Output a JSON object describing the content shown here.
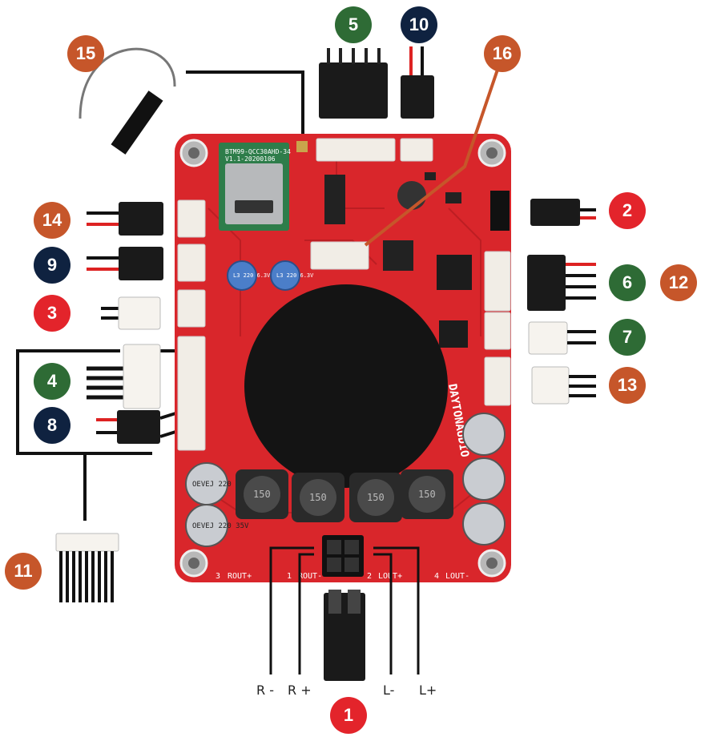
{
  "colors": {
    "red": "#e3242b",
    "green": "#2e6b35",
    "navy": "#0f2240",
    "orange": "#c6562a",
    "pcb": "#d9262b",
    "pcb_dark": "#a81b20"
  },
  "callouts": [
    {
      "label": "1",
      "color": "red"
    },
    {
      "label": "2",
      "color": "red"
    },
    {
      "label": "3",
      "color": "red"
    },
    {
      "label": "4",
      "color": "green"
    },
    {
      "label": "5",
      "color": "green"
    },
    {
      "label": "6",
      "color": "green"
    },
    {
      "label": "7",
      "color": "green"
    },
    {
      "label": "8",
      "color": "navy"
    },
    {
      "label": "9",
      "color": "navy"
    },
    {
      "label": "10",
      "color": "navy"
    },
    {
      "label": "11",
      "color": "orange"
    },
    {
      "label": "12",
      "color": "orange"
    },
    {
      "label": "13",
      "color": "orange"
    },
    {
      "label": "14",
      "color": "orange"
    },
    {
      "label": "15",
      "color": "orange"
    },
    {
      "label": "16",
      "color": "orange"
    }
  ],
  "terminals": {
    "r_minus": "R -",
    "r_plus": "R +",
    "l_minus": "L-",
    "l_plus": "L+"
  },
  "board": {
    "module_text_1": "BTM99-QCC30AHD-34",
    "module_text_2": "V1.1-20200106",
    "brand": "DAYTONAUDIO",
    "inductor_value": "150",
    "cap_small_1": "L3 220 6.3V",
    "cap_large": "OEVEJ 220 35V",
    "silk_rout_plus": "ROUT+",
    "silk_rout_minus": "ROUT-",
    "silk_lout_plus": "LOUT+",
    "silk_lout_minus": "LOUT-",
    "pin_1": "1",
    "pin_2": "2",
    "pin_3": "3",
    "pin_4": "4"
  }
}
